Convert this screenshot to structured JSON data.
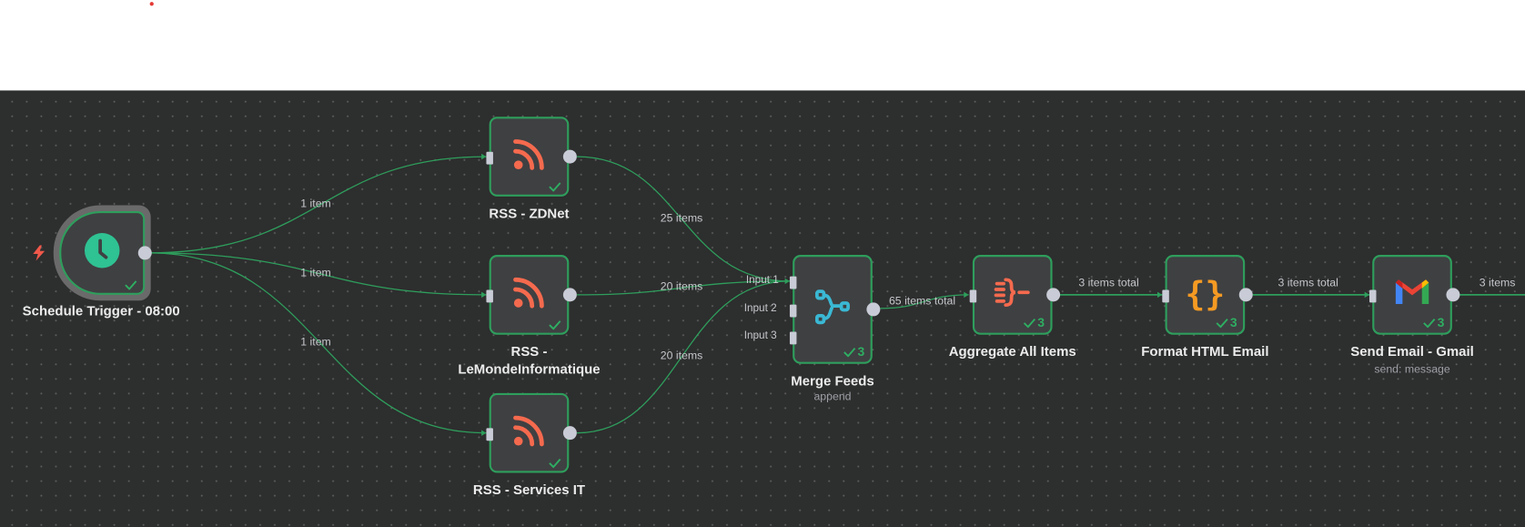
{
  "colors": {
    "canvas": "#2d2e2e",
    "success": "#2e9e5c",
    "rss": "#f56a4e",
    "merge": "#3ab8d4",
    "code": "#f59a23",
    "aggregate": "#f56a4e",
    "trigger": "#2fc293"
  },
  "nodes": [
    {
      "id": "schedule",
      "name": "Schedule Trigger - 08:00",
      "icon": "clock-icon",
      "status": "success"
    },
    {
      "id": "rss-zdnet",
      "name": "RSS - ZDNet",
      "icon": "rss-icon",
      "status": "success"
    },
    {
      "id": "rss-lmi",
      "name_line1": "RSS -",
      "name_line2": "LeMondeInformatique",
      "icon": "rss-icon",
      "status": "success"
    },
    {
      "id": "rss-sit",
      "name": "RSS - Services IT",
      "icon": "rss-icon",
      "status": "success"
    },
    {
      "id": "merge",
      "name": "Merge Feeds",
      "subtitle": "append",
      "icon": "merge-icon",
      "runs": "3",
      "inputs": [
        "Input 1",
        "Input 2",
        "Input 3"
      ]
    },
    {
      "id": "aggregate",
      "name": "Aggregate All Items",
      "icon": "aggregate-icon",
      "runs": "3"
    },
    {
      "id": "format",
      "name": "Format HTML Email",
      "icon": "code-braces-icon",
      "runs": "3"
    },
    {
      "id": "gmail",
      "name": "Send Email - Gmail",
      "subtitle": "send: message",
      "icon": "gmail-icon",
      "runs": "3"
    }
  ],
  "edges": [
    {
      "from": "schedule",
      "to": "rss-zdnet",
      "label": "1 item"
    },
    {
      "from": "schedule",
      "to": "rss-lmi",
      "label": "1 item"
    },
    {
      "from": "schedule",
      "to": "rss-sit",
      "label": "1 item"
    },
    {
      "from": "rss-zdnet",
      "to": "merge",
      "label": "25 items"
    },
    {
      "from": "rss-lmi",
      "to": "merge",
      "label": "20 items"
    },
    {
      "from": "rss-sit",
      "to": "merge",
      "label": "20 items"
    },
    {
      "from": "merge",
      "to": "aggregate",
      "label": "65 items total"
    },
    {
      "from": "aggregate",
      "to": "format",
      "label": "3 items total"
    },
    {
      "from": "format",
      "to": "gmail",
      "label": "3 items total"
    },
    {
      "from": "gmail",
      "to": "next",
      "label": "3 items"
    }
  ]
}
